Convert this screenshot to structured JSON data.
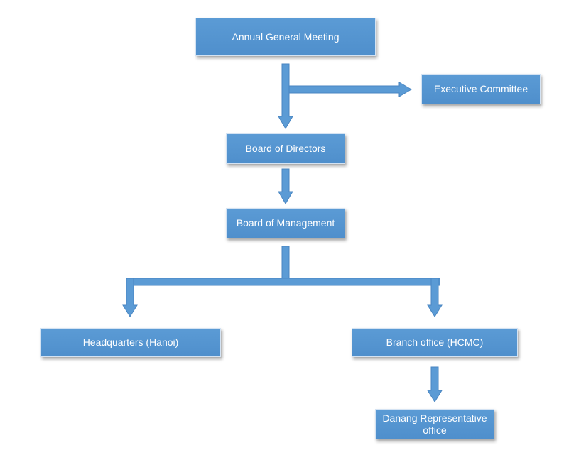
{
  "org_chart": {
    "annual_general_meeting": "Annual General Meeting",
    "executive_committee": "Executive Committee",
    "board_of_directors": "Board of Directors",
    "board_of_management": "Board of Management",
    "headquarters": "Headquarters (Hanoi)",
    "branch_office": "Branch office (HCMC)",
    "danang_office": "Danang Representative office"
  },
  "colors": {
    "box_fill": "#5b9bd5",
    "connector": "#5b9bd5",
    "text": "#ffffff"
  }
}
